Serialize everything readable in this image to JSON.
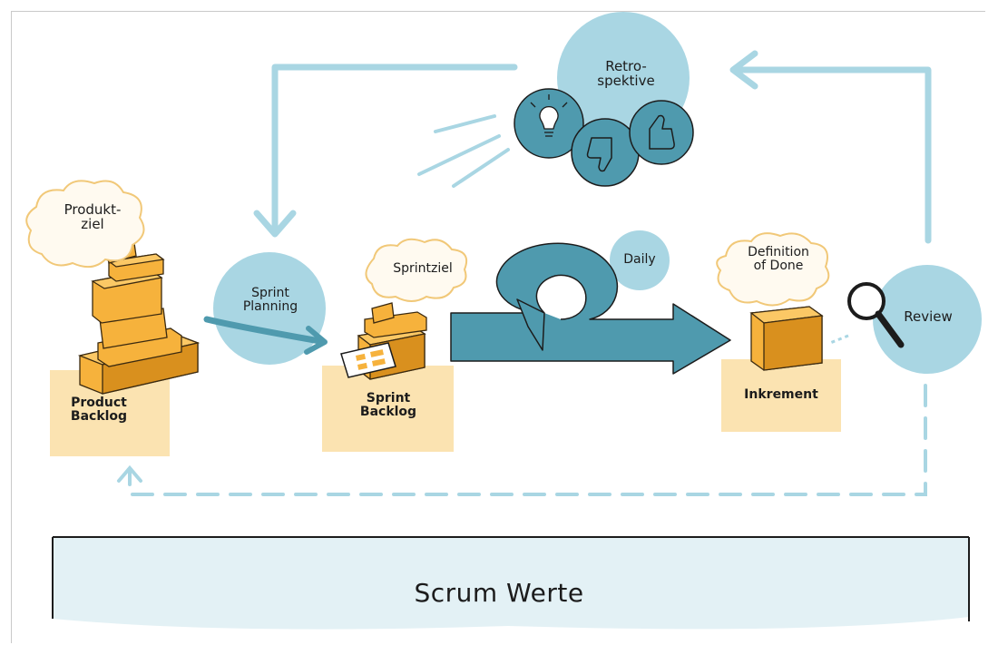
{
  "labels": {
    "produktziel": [
      "Produkt-",
      "ziel"
    ],
    "product_backlog": [
      "Product",
      "Backlog"
    ],
    "sprint_planning": [
      "Sprint",
      "Planning"
    ],
    "sprintziel": "Sprintziel",
    "sprint_backlog": [
      "Sprint",
      "Backlog"
    ],
    "daily": "Daily",
    "definition_of_done": [
      "Definition",
      "of Done"
    ],
    "inkrement": "Inkrement",
    "review": "Review",
    "retrospektive": [
      "Retro-",
      "spektive"
    ],
    "scrum_werte": "Scrum Werte"
  },
  "icons": [
    "lightbulb-icon",
    "thumbs-down-icon",
    "thumbs-up-icon",
    "magnifier-icon",
    "boxes-icon"
  ],
  "colors": {
    "light_blue": "#a9d6e3",
    "teal": "#4f9aae",
    "teal_dark": "#3a7f93",
    "box_yellow": "#f6b23c",
    "box_shadow": "#d9901e",
    "sticky": "#fbe3b1",
    "cloud_fill": "#fffaf0",
    "cloud_stroke": "#f1c878",
    "ink": "#1c1c1c"
  }
}
